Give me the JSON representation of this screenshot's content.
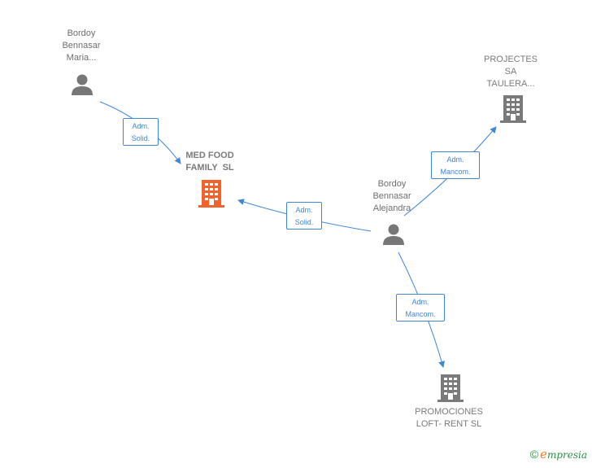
{
  "nodes": {
    "person_maria": {
      "name_lines": [
        "Bordoy",
        "Bennasar",
        "Maria..."
      ],
      "type": "person"
    },
    "person_alejandra": {
      "name_lines": [
        "Bordoy",
        "Bennasar",
        "Alejandra"
      ],
      "type": "person"
    },
    "company_med_food": {
      "name_lines": [
        "MED FOOD",
        "FAMILY  SL"
      ],
      "type": "company",
      "highlight": true
    },
    "company_projectes": {
      "name_lines": [
        "PROJECTES",
        "SA",
        "TAULERA..."
      ],
      "type": "company"
    },
    "company_promociones": {
      "name_lines": [
        "PROMOCIONES",
        "LOFT- RENT SL"
      ],
      "type": "company"
    }
  },
  "edges": [
    {
      "from": "person_maria",
      "to": "company_med_food",
      "label_lines": [
        "Adm.",
        "Solid."
      ]
    },
    {
      "from": "person_alejandra",
      "to": "company_med_food",
      "label_lines": [
        "Adm.",
        "Solid."
      ]
    },
    {
      "from": "person_alejandra",
      "to": "company_projectes",
      "label_lines": [
        "Adm.",
        "Mancom."
      ]
    },
    {
      "from": "person_alejandra",
      "to": "company_promociones",
      "label_lines": [
        "Adm.",
        "Mancom."
      ]
    }
  ],
  "colors": {
    "edge": "#3f86d6",
    "person_icon": "#777777",
    "company_icon": "#7a7a7a",
    "focus_company_icon": "#f4622c"
  },
  "brand": {
    "copyright": "©",
    "initial": "e",
    "name_rest": "mpresia"
  }
}
